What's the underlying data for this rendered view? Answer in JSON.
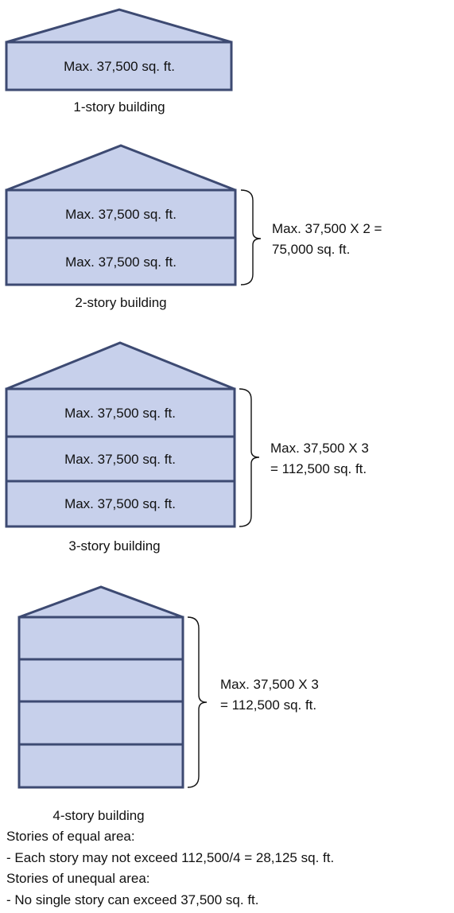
{
  "colors": {
    "fill": "#c7d0eb",
    "outline": "#3d4a72",
    "text": "#111111"
  },
  "buildings": [
    {
      "caption": "1-story building",
      "floors": [
        "Max. 37,500 sq. ft."
      ],
      "total": null
    },
    {
      "caption": "2-story building",
      "floors": [
        "Max. 37,500 sq. ft.",
        "Max. 37,500 sq. ft."
      ],
      "total": {
        "line1": "Max. 37,500 X 2 =",
        "line2": "75,000 sq. ft."
      }
    },
    {
      "caption": "3-story building",
      "floors": [
        "Max. 37,500 sq. ft.",
        "Max. 37,500 sq. ft.",
        "Max. 37,500 sq. ft."
      ],
      "total": {
        "line1": "Max. 37,500 X 3",
        "line2": "= 112,500 sq. ft."
      }
    },
    {
      "caption": "4-story building",
      "floors": [
        "",
        "",
        "",
        ""
      ],
      "total": {
        "line1": "Max. 37,500 X 3",
        "line2": "= 112,500 sq. ft."
      }
    }
  ],
  "notes": [
    "Stories of equal area:",
    "- Each story may not exceed 112,500/4 = 28,125 sq. ft.",
    "Stories of unequal area:",
    "- No single story can exceed 37,500 sq. ft."
  ]
}
